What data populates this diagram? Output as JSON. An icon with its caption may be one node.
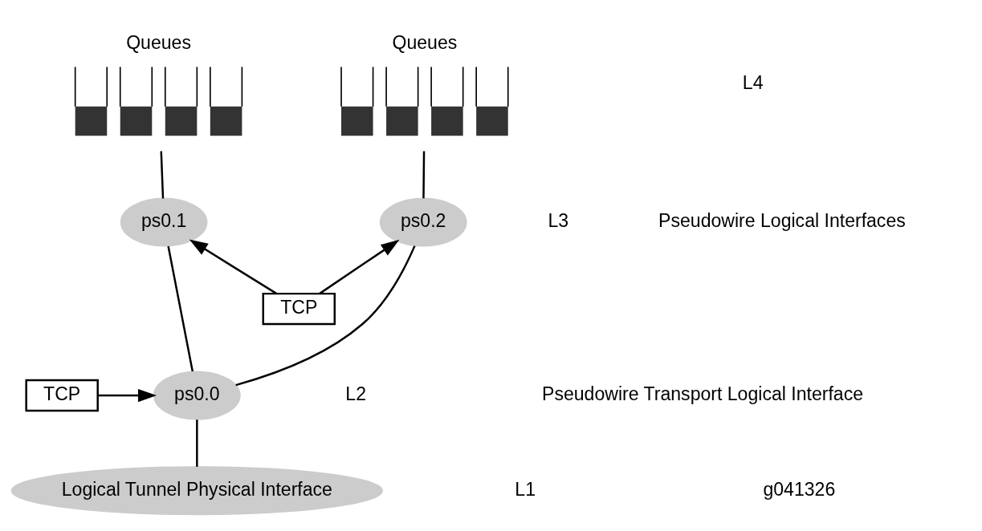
{
  "diagram": {
    "nodes": [
      {
        "text": [
          "Queues"
        ]
      },
      {
        "text": [
          "Queues"
        ]
      },
      {
        "text": [
          "ps0.1"
        ]
      },
      {
        "text": [
          "ps0.2"
        ]
      },
      {
        "text": [
          "TCP"
        ]
      },
      {
        "text": [
          "ps0.0"
        ]
      },
      {
        "text": [
          "TCP"
        ]
      },
      {
        "text": [
          "Logical Tunnel Physical Interface"
        ]
      }
    ],
    "edges": [
      {
        "from": 0,
        "to": 2,
        "arrow": "none"
      },
      {
        "from": 1,
        "to": 3,
        "arrow": "none"
      },
      {
        "from": 4,
        "to": 2,
        "arrow": "to"
      },
      {
        "from": 4,
        "to": 3,
        "arrow": "to"
      },
      {
        "from": 2,
        "to": 5,
        "arrow": "none"
      },
      {
        "from": 3,
        "to": 5,
        "arrow": "none"
      },
      {
        "from": 6,
        "to": 5,
        "arrow": "to"
      },
      {
        "from": 5,
        "to": 7,
        "arrow": "none"
      }
    ],
    "labels": [
      "L4",
      "L3",
      "Pseudowire Logical Interfaces",
      "L2",
      "Pseudowire Transport Logical Interface",
      "L1",
      "g041326"
    ]
  }
}
